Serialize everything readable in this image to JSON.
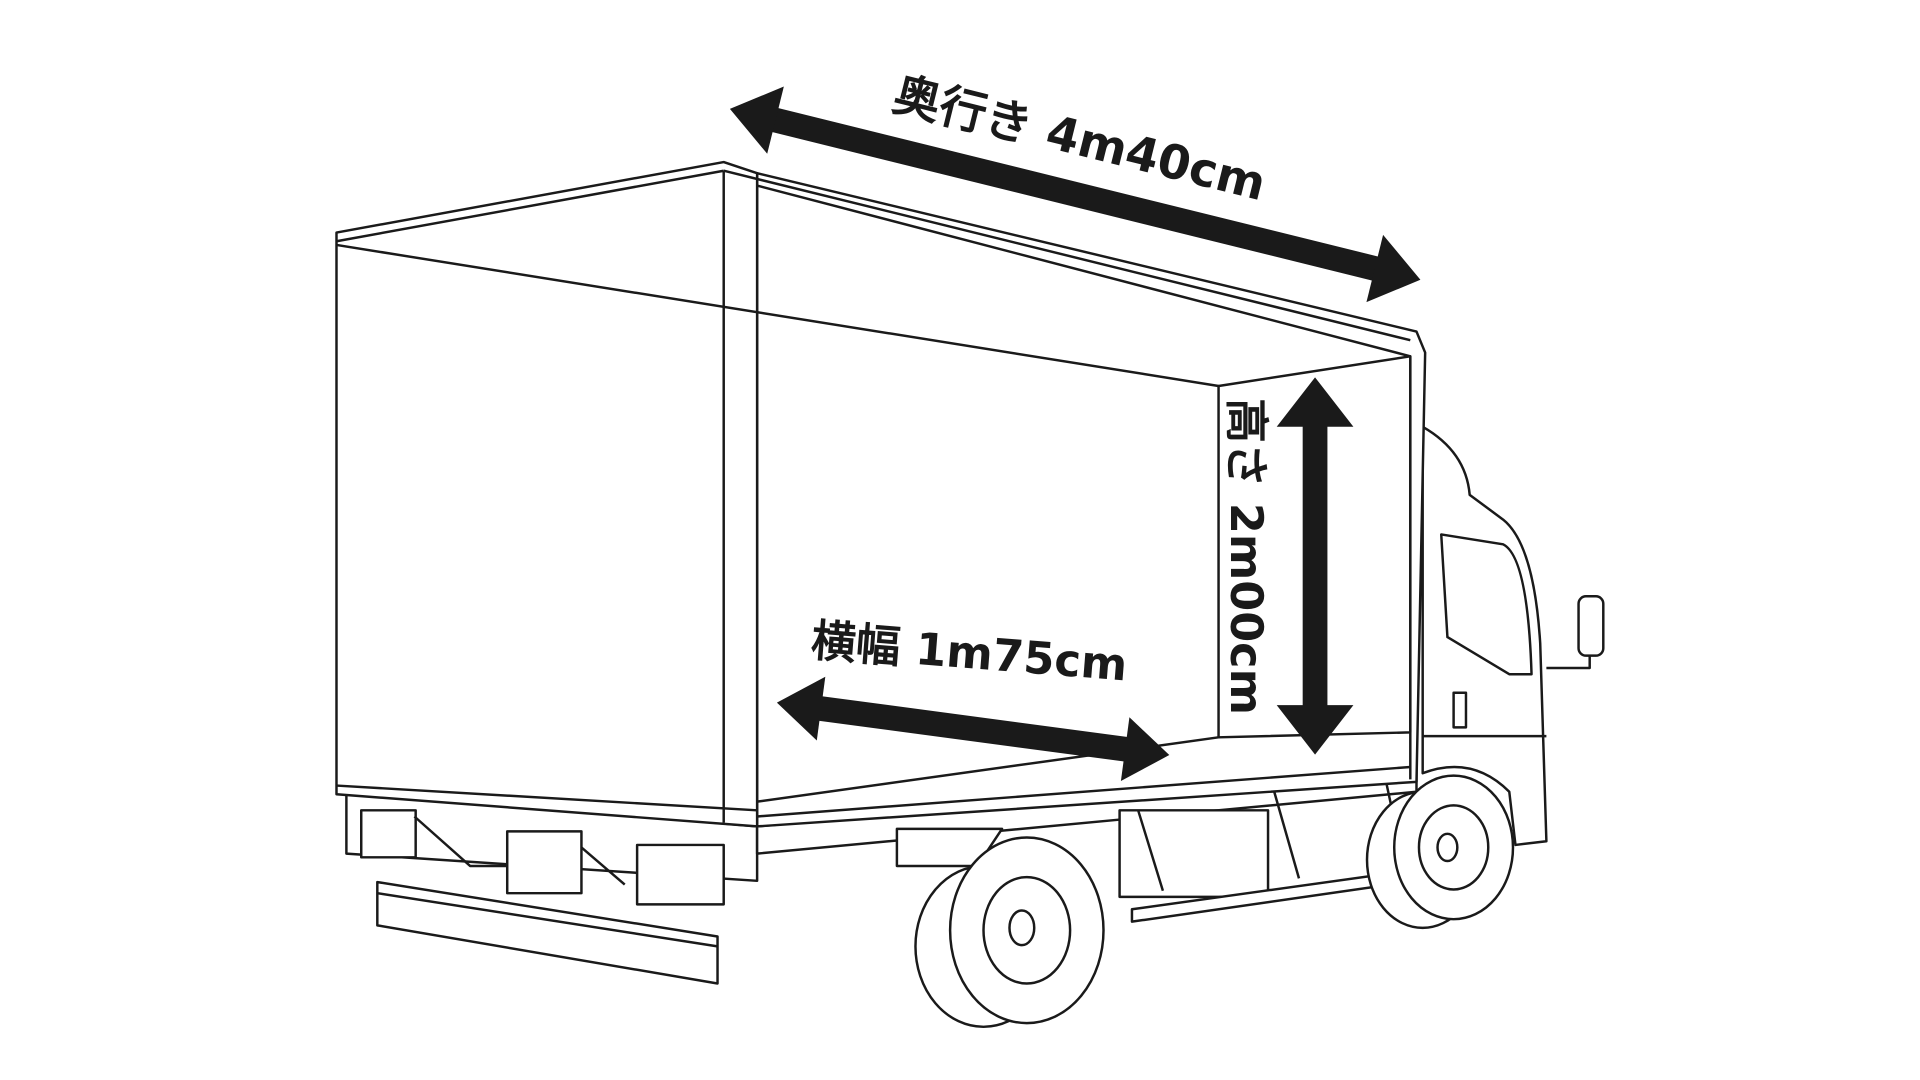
{
  "dimensions": {
    "depth": {
      "label": "奥行き 4m40cm",
      "value": "4m40cm"
    },
    "height": {
      "label": "高さ 2m00cm",
      "value": "2m00cm"
    },
    "width": {
      "label": "横幅 1m75cm",
      "value": "1m75cm"
    }
  },
  "colors": {
    "line": "#1a1a1a",
    "background": "#ffffff"
  }
}
